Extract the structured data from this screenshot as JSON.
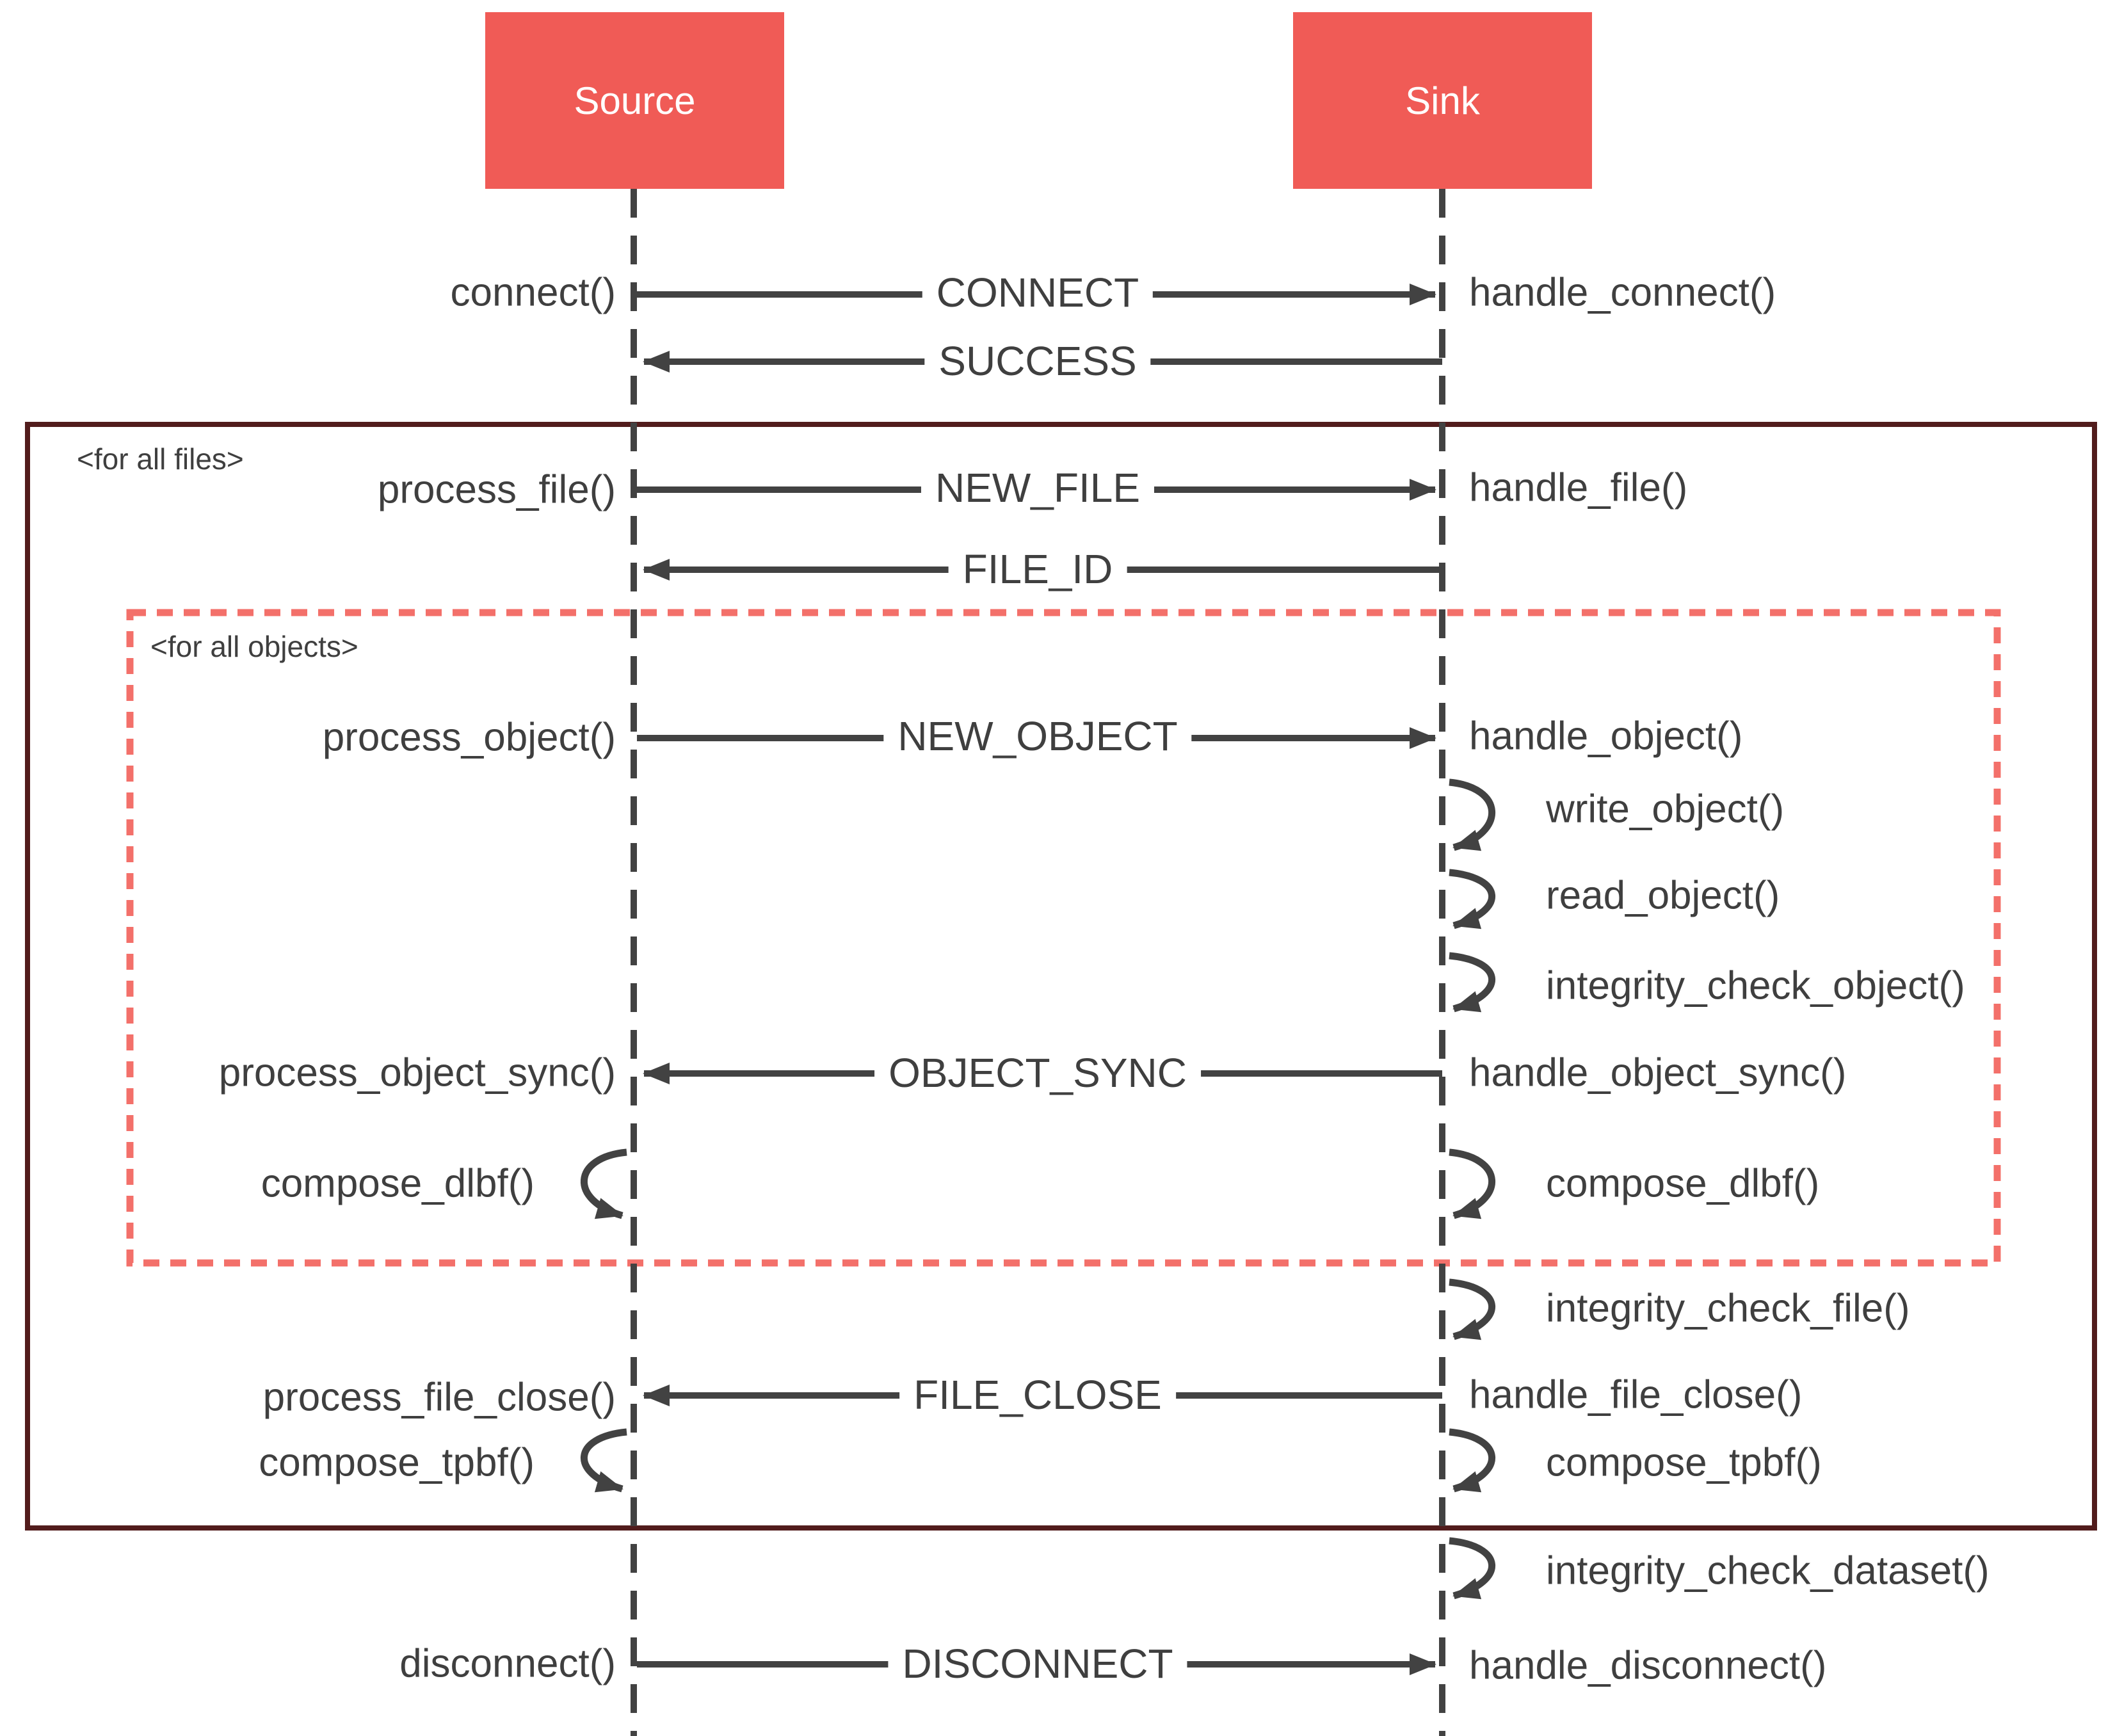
{
  "actors": {
    "source": "Source",
    "sink": "Sink"
  },
  "frames": {
    "for_all_files": {
      "label": "<for all files>"
    },
    "for_all_objects": {
      "label": "<for all objects>"
    }
  },
  "messages": {
    "connect": {
      "left": "connect()",
      "arrow": "CONNECT",
      "right": "handle_connect()"
    },
    "success": {
      "arrow": "SUCCESS"
    },
    "new_file": {
      "left": "process_file()",
      "arrow": "NEW_FILE",
      "right": "handle_file()"
    },
    "file_id": {
      "arrow": "FILE_ID"
    },
    "new_object": {
      "left": "process_object()",
      "arrow": "NEW_OBJECT",
      "right": "handle_object()"
    },
    "object_sync": {
      "left": "process_object_sync()",
      "arrow": "OBJECT_SYNC",
      "right": "handle_object_sync()"
    },
    "file_close": {
      "left": "process_file_close()",
      "arrow": "FILE_CLOSE",
      "right": "handle_file_close()"
    },
    "disconnect": {
      "left": "disconnect()",
      "arrow": "DISCONNECT",
      "right": "handle_disconnect()"
    }
  },
  "self_calls": {
    "write_object": {
      "label": "write_object()"
    },
    "read_object": {
      "label": "read_object()"
    },
    "integrity_check_object": {
      "label": "integrity_check_object()"
    },
    "compose_dlbf_source": {
      "label": "compose_dlbf()"
    },
    "compose_dlbf_sink": {
      "label": "compose_dlbf()"
    },
    "integrity_check_file": {
      "label": "integrity_check_file()"
    },
    "compose_tpbf_source": {
      "label": "compose_tpbf()"
    },
    "compose_tpbf_sink": {
      "label": "compose_tpbf()"
    },
    "integrity_check_dataset": {
      "label": "integrity_check_dataset()"
    }
  },
  "colors": {
    "actor_fill": "#F05B56",
    "actor_text": "#FFFFFF",
    "frame_solid_border": "#521C1C",
    "frame_dashed_border": "#F3706A",
    "line": "#424242",
    "text": "#3F3F3F",
    "background": "#FFFFFF"
  }
}
